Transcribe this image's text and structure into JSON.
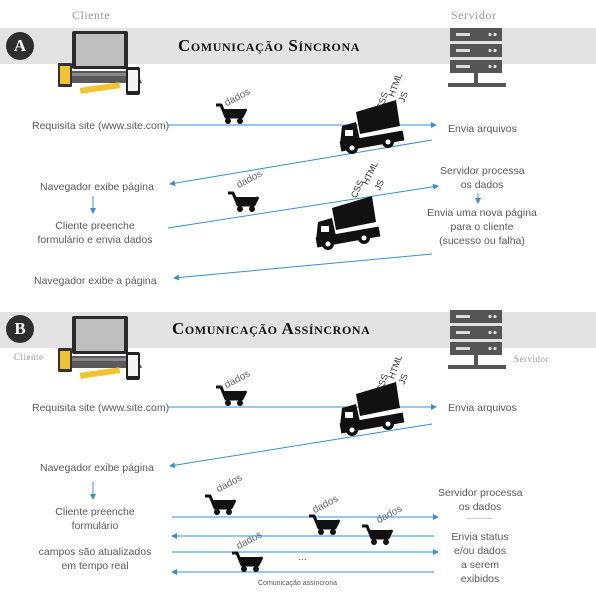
{
  "header": {
    "client_label": "Cliente",
    "server_label": "Servidor"
  },
  "sectionA": {
    "badge": "A",
    "title": "Comunicação Síncrona",
    "packet_label": "dados",
    "truck_labels": [
      "CSS",
      "HTML",
      "JS"
    ],
    "client_texts": [
      "Requisita site (www.site.com)",
      "Navegador exibe página",
      "Cliente preenche",
      "formulário e envia dados",
      "Navegador exibe a página"
    ],
    "server_texts": [
      "Envia arquivos",
      "Servidor processa",
      "os dados",
      "Envia uma nova página",
      "para o cliente",
      "(sucesso ou falha)"
    ]
  },
  "sectionB": {
    "badge": "B",
    "title": "Comunicação Assíncrona",
    "client_label": "Cliente",
    "server_label": "Servidor",
    "packet_label": "dados",
    "truck_labels": [
      "CSS",
      "HTML",
      "JS"
    ],
    "client_texts": [
      "Requisita site (www.site.com)",
      "Navegador exibe página",
      "Cliente preenche",
      "formulário",
      "campos são atualizados",
      "em tempo real"
    ],
    "server_texts": [
      "Envia arquivos",
      "Servidor processa",
      "os dados",
      "Envia status",
      "e/ou dados",
      "a serem",
      "exibidos"
    ],
    "ellipsis": "...",
    "footer": "Comunicação assíncrona"
  }
}
